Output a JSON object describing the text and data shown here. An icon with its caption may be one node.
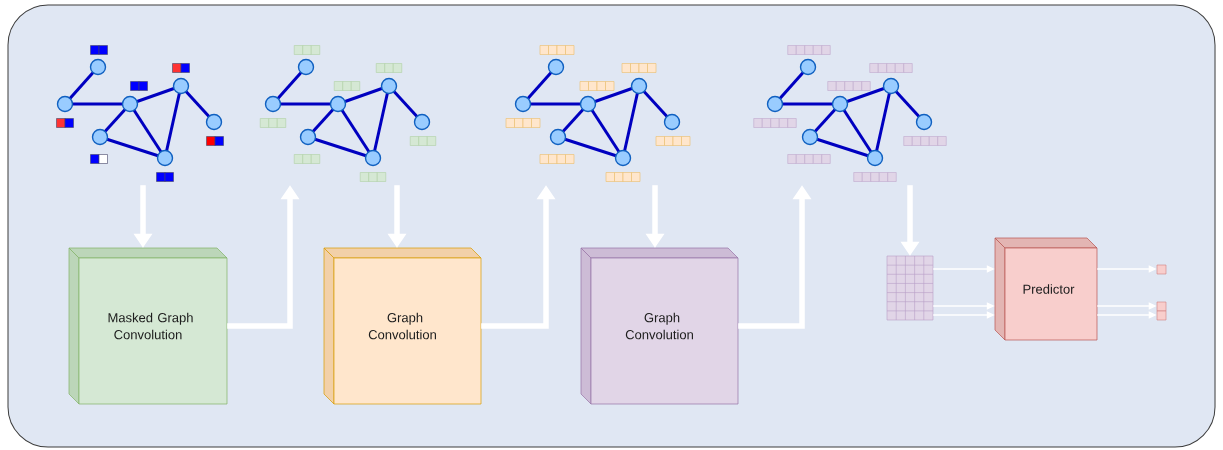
{
  "diagram": {
    "nodes": [
      {
        "text": [],
        "shape": "graph"
      },
      {
        "text": [
          "Masked Graph Convolution"
        ]
      },
      {
        "text": [],
        "shape": "graph"
      },
      {
        "text": [
          "Graph Convolution"
        ]
      },
      {
        "text": [],
        "shape": "graph"
      },
      {
        "text": [
          "Graph Convolution"
        ]
      },
      {
        "text": [],
        "shape": "graph"
      },
      {
        "text": [],
        "shape": "grid"
      },
      {
        "text": [
          "Predictor"
        ]
      },
      {
        "text": [],
        "shape": "box"
      },
      {
        "text": [],
        "shape": "box"
      },
      {
        "text": [],
        "shape": "box"
      }
    ],
    "edges": [
      {
        "from": 0,
        "to": 1,
        "arrow": "to"
      },
      {
        "from": 1,
        "to": 2,
        "arrow": "to"
      },
      {
        "from": 2,
        "to": 3,
        "arrow": "to"
      },
      {
        "from": 3,
        "to": 4,
        "arrow": "to"
      },
      {
        "from": 4,
        "to": 5,
        "arrow": "to"
      },
      {
        "from": 5,
        "to": 6,
        "arrow": "to"
      },
      {
        "from": 6,
        "to": 7,
        "arrow": "to"
      },
      {
        "from": 7,
        "to": 8,
        "arrow": "to"
      },
      {
        "from": 7,
        "to": 8,
        "arrow": "to"
      },
      {
        "from": 7,
        "to": 8,
        "arrow": "to"
      },
      {
        "from": 8,
        "to": 9,
        "arrow": "to"
      },
      {
        "from": 8,
        "to": 10,
        "arrow": "to"
      },
      {
        "from": 8,
        "to": 11,
        "arrow": "to"
      }
    ]
  }
}
